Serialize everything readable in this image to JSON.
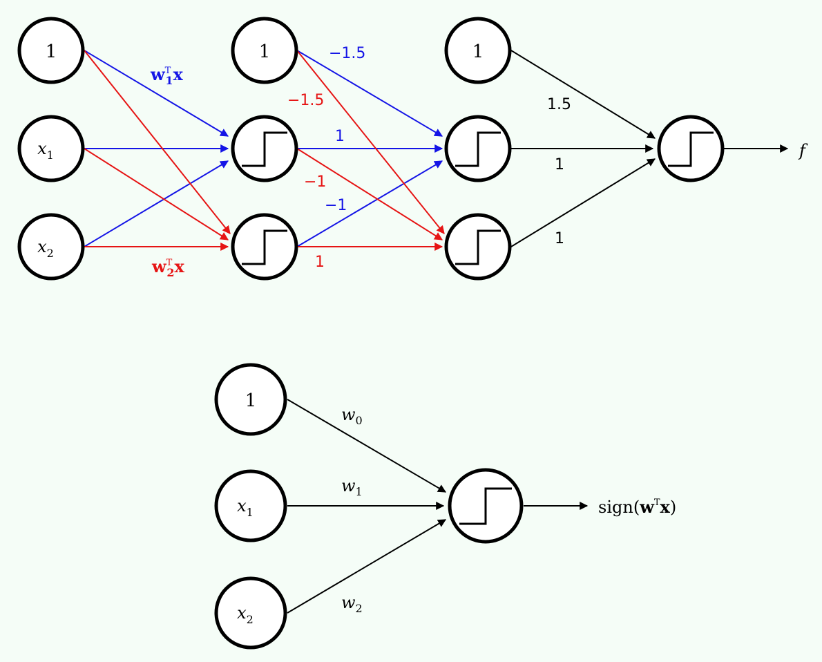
{
  "colors": {
    "blue": "#1414e6",
    "red": "#e61414",
    "black": "#000000",
    "background": "#f5fdf7"
  },
  "top_network": {
    "inputs": [
      "1",
      "x",
      "x"
    ],
    "input_subscripts": [
      "",
      "1",
      "2"
    ],
    "hidden1_bias": "1",
    "hidden2_bias": "1",
    "weight_labels": {
      "w1_bold": "w",
      "w1_sub": "1",
      "w1_sup": "T",
      "w1_x": "x",
      "w2_bold": "w",
      "w2_sub": "2",
      "w2_sup": "T",
      "w2_x": "x"
    },
    "layer2_weights": {
      "blue_bias": "−1.5",
      "red_bias": "−1.5",
      "blue_from_top": "1",
      "red_from_top": "−1",
      "blue_from_bottom": "−1",
      "red_from_bottom": "1"
    },
    "output_weights": {
      "bias": "1.5",
      "top": "1",
      "bottom": "1"
    },
    "output_label": "f"
  },
  "bottom_network": {
    "inputs": [
      "1",
      "x",
      "x"
    ],
    "input_subscripts": [
      "",
      "1",
      "2"
    ],
    "weights": [
      {
        "symbol": "w",
        "sub": "0"
      },
      {
        "symbol": "w",
        "sub": "1"
      },
      {
        "symbol": "w",
        "sub": "2"
      }
    ],
    "output": {
      "prefix": "sign(",
      "bold_w": "w",
      "sup": "T",
      "bold_x": "x",
      "suffix": ")"
    }
  }
}
